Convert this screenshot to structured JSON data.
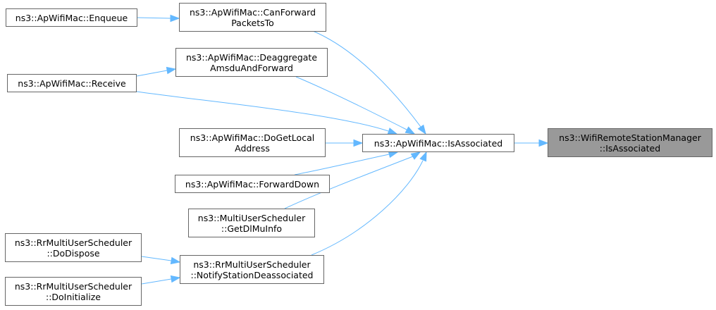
{
  "nodes": {
    "enqueue": [
      "ns3::ApWifiMac::Enqueue"
    ],
    "can_forward": [
      "ns3::ApWifiMac::CanForward",
      "PacketsTo"
    ],
    "deaggregate": [
      "ns3::ApWifiMac::Deaggregate",
      "AmsduAndForward"
    ],
    "receive": [
      "ns3::ApWifiMac::Receive"
    ],
    "do_get_local": [
      "ns3::ApWifiMac::DoGetLocal",
      "Address"
    ],
    "forward_down": [
      "ns3::ApWifiMac::ForwardDown"
    ],
    "get_dl_mu": [
      "ns3::MultiUserScheduler",
      "::GetDlMuInfo"
    ],
    "rr_dispose": [
      "ns3::RrMultiUserScheduler",
      "::DoDispose"
    ],
    "rr_notify": [
      "ns3::RrMultiUserScheduler",
      "::NotifyStationDeassociated"
    ],
    "rr_init": [
      "ns3::RrMultiUserScheduler",
      "::DoInitialize"
    ],
    "is_associated": [
      "ns3::ApWifiMac::IsAssociated"
    ],
    "manager_is_associated": [
      "ns3::WifiRemoteStationManager",
      "::IsAssociated"
    ]
  },
  "colors": {
    "edge": "#63b8ff",
    "node_border": "#666666",
    "highlight_fill": "#999999"
  }
}
